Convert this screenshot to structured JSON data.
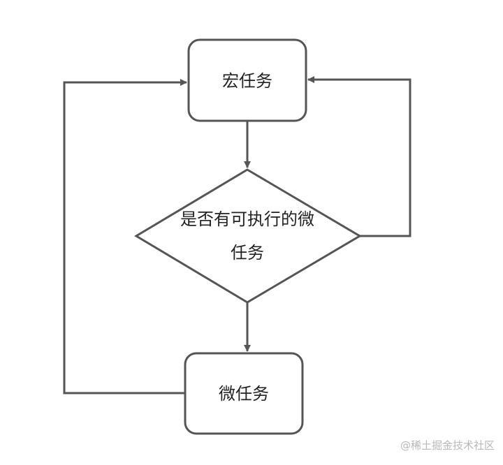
{
  "diagram": {
    "type": "flowchart",
    "nodes": {
      "macro_task": {
        "shape": "rounded-rectangle",
        "label": "宏任务"
      },
      "decision": {
        "shape": "diamond",
        "label_line1": "是否有可执行的微",
        "label_line2": "任务"
      },
      "micro_task": {
        "shape": "rounded-rectangle",
        "label": "微任务"
      }
    },
    "edges": [
      {
        "from": "macro_task",
        "to": "decision"
      },
      {
        "from": "decision",
        "to": "micro_task"
      },
      {
        "from": "decision",
        "to": "macro_task"
      },
      {
        "from": "micro_task",
        "to": "macro_task"
      }
    ],
    "colors": {
      "stroke": "#555555",
      "text": "#222222",
      "background": "#ffffff",
      "watermark": "#b8b8b8"
    }
  },
  "watermark": "@稀土掘金技术社区"
}
